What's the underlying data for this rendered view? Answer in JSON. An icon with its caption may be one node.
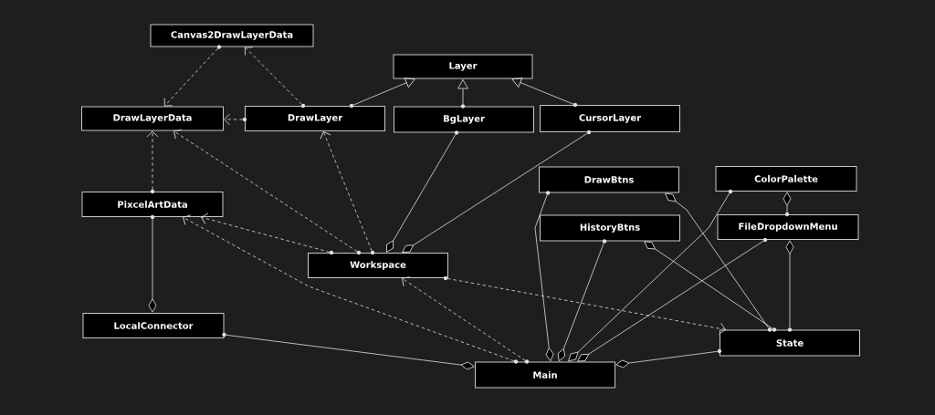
{
  "diagram": {
    "nodes": [
      {
        "text": [
          "Canvas2DrawLayerData"
        ]
      },
      {
        "text": [
          "Layer"
        ]
      },
      {
        "text": [
          "DrawLayerData"
        ]
      },
      {
        "text": [
          "DrawLayer"
        ]
      },
      {
        "text": [
          "BgLayer"
        ]
      },
      {
        "text": [
          "CursorLayer"
        ]
      },
      {
        "text": [
          "DrawBtns"
        ]
      },
      {
        "text": [
          "ColorPalette"
        ]
      },
      {
        "text": [
          "PixcelArtData"
        ]
      },
      {
        "text": [
          "HistoryBtns"
        ]
      },
      {
        "text": [
          "FileDropdownMenu"
        ]
      },
      {
        "text": [
          "Workspace"
        ]
      },
      {
        "text": [
          "LocalConnector"
        ]
      },
      {
        "text": [
          "State"
        ]
      },
      {
        "text": [
          "Main"
        ]
      }
    ],
    "edges": [
      {
        "from": 0,
        "to": 2,
        "arrow": "to",
        "style": "dashed"
      },
      {
        "from": 3,
        "to": 0,
        "arrow": "to",
        "style": "dashed"
      },
      {
        "from": 3,
        "to": 2,
        "arrow": "to",
        "style": "dashed"
      },
      {
        "from": 3,
        "to": 1,
        "arrow": "to"
      },
      {
        "from": 4,
        "to": 1,
        "arrow": "to"
      },
      {
        "from": 5,
        "to": 1,
        "arrow": "to"
      },
      {
        "from": 8,
        "to": 2,
        "arrow": "to",
        "style": "dashed"
      },
      {
        "from": 11,
        "to": 2,
        "arrow": "to",
        "style": "dashed"
      },
      {
        "from": 11,
        "to": 3,
        "arrow": "to",
        "style": "dashed"
      },
      {
        "from": 11,
        "to": 8,
        "arrow": "to",
        "style": "dashed"
      },
      {
        "from": 4,
        "to": 11,
        "arrow": "other"
      },
      {
        "from": 5,
        "to": 11,
        "arrow": "other"
      },
      {
        "from": 8,
        "to": 12,
        "arrow": "other"
      },
      {
        "from": 14,
        "to": 8,
        "arrow": "to",
        "style": "dashed"
      },
      {
        "from": 14,
        "to": 11,
        "arrow": "to",
        "style": "dashed"
      },
      {
        "from": 11,
        "to": 13,
        "arrow": "to",
        "style": "dashed"
      },
      {
        "from": 12,
        "to": 14,
        "arrow": "other"
      },
      {
        "from": 13,
        "to": 14,
        "arrow": "other"
      },
      {
        "from": 6,
        "to": 14,
        "arrow": "other"
      },
      {
        "from": 9,
        "to": 14,
        "arrow": "other"
      },
      {
        "from": 13,
        "to": 6,
        "arrow": "other"
      },
      {
        "from": 13,
        "to": 9,
        "arrow": "other"
      },
      {
        "from": 7,
        "to": 14,
        "arrow": "other"
      },
      {
        "from": 10,
        "to": 14,
        "arrow": "other"
      },
      {
        "from": 10,
        "to": 7,
        "arrow": "other"
      },
      {
        "from": 13,
        "to": 10,
        "arrow": "other"
      }
    ]
  }
}
